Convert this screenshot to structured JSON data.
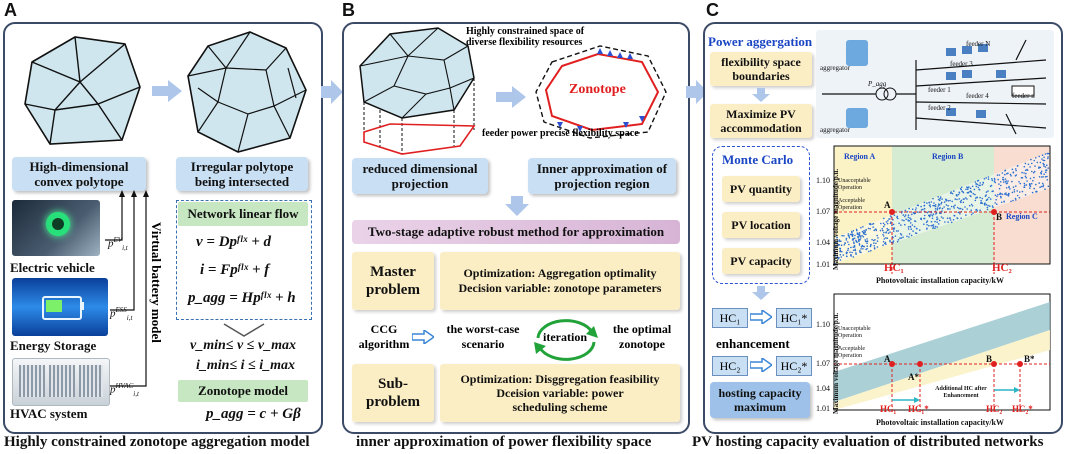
{
  "panelA": {
    "label": "A",
    "caption": "Highly constrained zonotope aggregation model",
    "convex": "High-dimensional convex polytope",
    "irregular": "Irregular polytope being intersected",
    "network_title": "Network linear flow",
    "eq1": "v = Dpᶠˡˣ + d",
    "eq2": "i = Fpᶠˡˣ + f",
    "eq3": "p_agg = Hpᶠˡˣ + h",
    "ineq1": "v_min≤ v ≤ v_max",
    "ineq2": "i_min≤ i ≤ i_max",
    "zonotope_title": "Zonotope model",
    "zonotope_eq": "p_agg = c + Gβ",
    "ev_label": "Electric vehicle",
    "ess_label": "Energy Storage",
    "hvac_label": "HVAC system",
    "ev_p": "p",
    "ev_sup": "EV",
    "ev_sub": "i,t",
    "ess_sup": "ESS",
    "hvac_sup": "HVAC",
    "vbm": "Virtual battery model"
  },
  "panelB": {
    "label": "B",
    "caption": "inner approximation of power flexibility space",
    "constrained": "Highly constrained space of diverse flexibility resources",
    "zonotope": "Zonotope",
    "feeder": "feeder power precise flexibility space",
    "reduced": "reduced dimensional projection",
    "inner": "Inner approximation of projection region",
    "two_stage": "Two-stage adaptive robust method for approximation",
    "master": "Master problem",
    "master_opt": "Optimization: Aggregation optimality",
    "master_dec": "Decision variable: zonotope parameters",
    "ccg": "CCG algorithm",
    "worst": "the worst-case scenario",
    "iteration": "iteration",
    "optimal": "the optimal zonotope",
    "sub": "Sub-problem",
    "sub_opt": "Optimization: Disggregation feasibility",
    "sub_dec": "Dceision variable: power scheduling scheme"
  },
  "panelC": {
    "label": "C",
    "caption": "PV hosting capacity evaluation of distributed networks",
    "power_agg": "Power aggergation",
    "flex_bound": "flexibility space boundaries",
    "max_pv": "Maximize PV accommodation",
    "monte": "Monte Carlo",
    "pv_quantity": "PV quantity",
    "pv_location": "PV location",
    "pv_capacity": "PV capacity",
    "enhancement": "enhancement",
    "hosting": "hosting capacity maximum",
    "hc1": "HC₁",
    "hc1s": "HC₁*",
    "hc2": "HC₂",
    "hc2s": "HC₂*",
    "aggregator": "aggregator",
    "feeders": [
      "feeder 1",
      "feeder 2",
      "feeder 3",
      "feeder 4",
      "feeder n",
      "feeder N"
    ],
    "p_agg": "P_agg",
    "chart1": {
      "region_a": "Region A",
      "region_b": "Region B",
      "region_c": "Region C",
      "unacc": "Unacceptable Operation",
      "acc": "Acceptable Operation",
      "ylabel": "Maximum voltage magnitude/p.u.",
      "xlabel": "Photovoltaic installation capacity/kW",
      "ticks": [
        "1.10",
        "1.07",
        "1.04",
        "1.01"
      ],
      "pa": "A",
      "pb": "B",
      "hc1": "HC₁",
      "hc2": "HC₂"
    },
    "chart2": {
      "unacc": "Unacceptable Operation",
      "acc": "Acceptable Operation",
      "ylabel": "Maximum voltage magnitude/p.u.",
      "xlabel": "Photovoltaic installation capacity/kW",
      "ticks": [
        "1.10",
        "1.07",
        "1.04",
        "1.01"
      ],
      "pa": "A",
      "pas": "A*",
      "pb": "B",
      "pbs": "B*",
      "additional": "Additional HC after Enhancement",
      "hc1": "HC₁",
      "hc1s": "HC₁*",
      "hc2": "HC₂",
      "hc2s": "HC₂*"
    }
  },
  "colors": {
    "panel_border": "#3b4a66",
    "blue_box": "#c9dff3",
    "green_box": "#c7e7c2",
    "yellow_box": "#fbeec5",
    "arrow": "#aec6ea",
    "red": "#e02020",
    "dot_blue": "#2b6fd1"
  }
}
